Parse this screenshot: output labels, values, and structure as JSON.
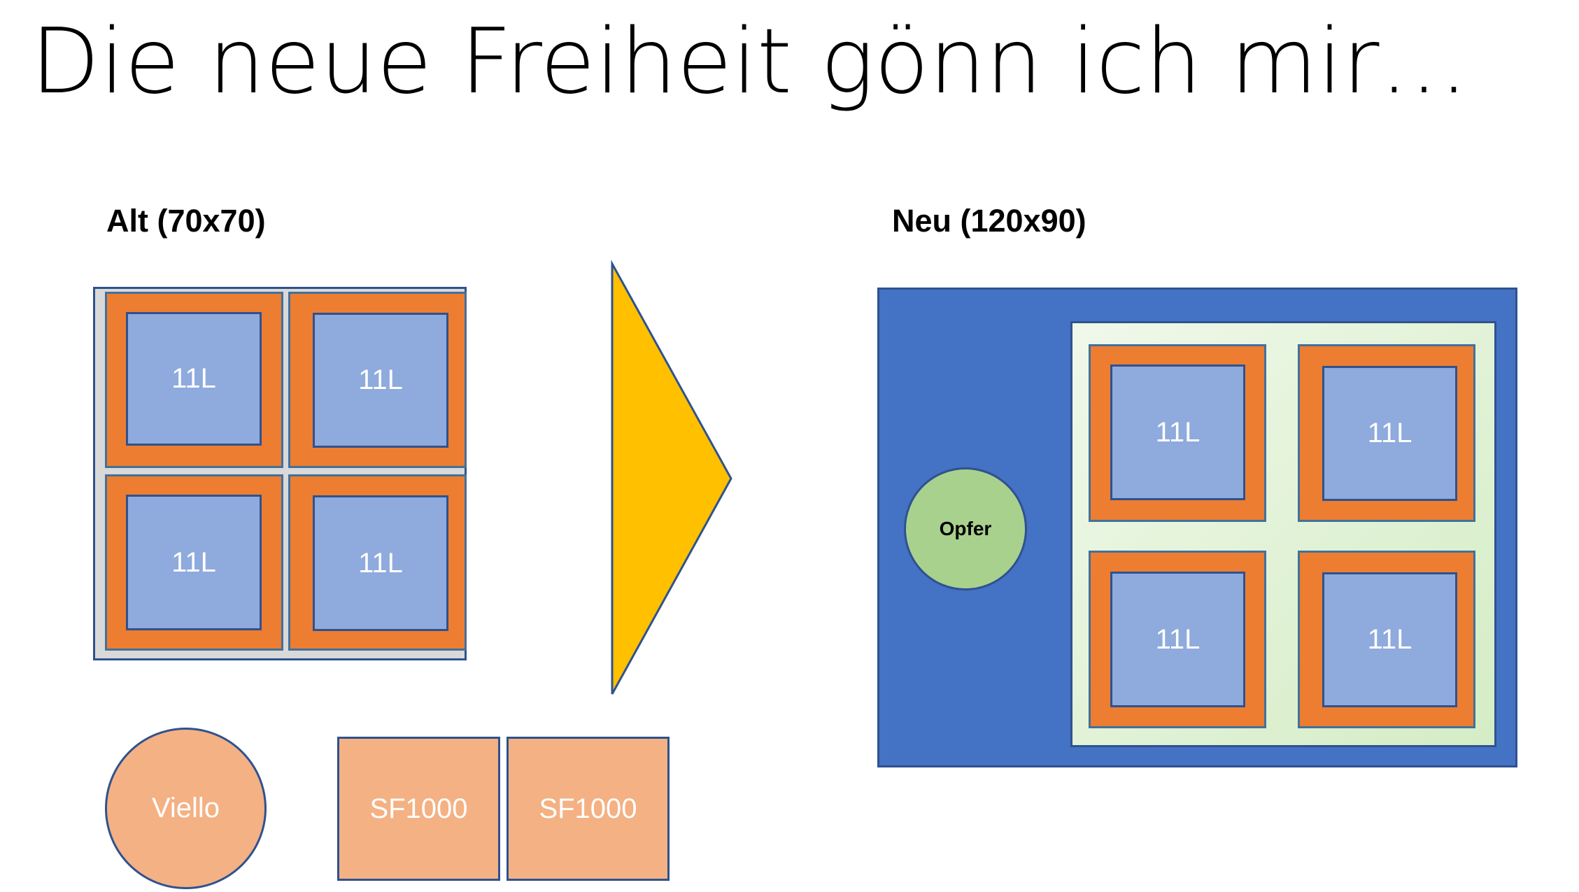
{
  "slide": {
    "title": "Die neue Freiheit gönn ich mir…"
  },
  "old_layout": {
    "heading": "Alt (70x70)",
    "tiles": [
      "11L",
      "11L",
      "11L",
      "11L"
    ],
    "circle_label": "Viello",
    "box_labels": [
      "SF1000",
      "SF1000"
    ]
  },
  "new_layout": {
    "heading": "Neu (120x90)",
    "circle_label": "Opfer",
    "tiles": [
      "11L",
      "11L",
      "11L",
      "11L"
    ]
  },
  "colors": {
    "orange_frame": "#ed7d31",
    "tile_blue": "#8faadc",
    "dark_blue": "#4472c4",
    "peach": "#f4b183",
    "green_circle": "#a9d18e",
    "arrow_yellow": "#ffc000",
    "light_green": "#e2f0d9"
  }
}
